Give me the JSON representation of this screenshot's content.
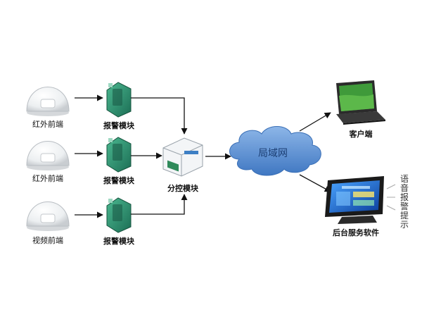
{
  "detectors": [
    {
      "label": "红外前端"
    },
    {
      "label": "红外前端"
    },
    {
      "label": "视频前端"
    }
  ],
  "alarm_modules": [
    {
      "label": "报警模块"
    },
    {
      "label": "报警模块"
    },
    {
      "label": "报警模块"
    }
  ],
  "control_module": {
    "label": "分控模块"
  },
  "network": {
    "label": "局域网"
  },
  "client": {
    "label": "客户端"
  },
  "server": {
    "label": "后台服务软件"
  },
  "voice_alarm": {
    "label": "语音报警提示"
  },
  "colors": {
    "cloud_fill": "#5b8fd0",
    "module_green": "#2f9e7a",
    "arrow": "#111111"
  }
}
